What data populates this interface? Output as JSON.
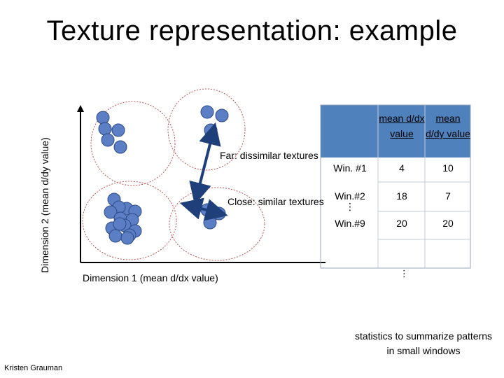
{
  "title": "Texture representation: example",
  "axes": {
    "y_label": "Dimension 2 (mean d/dy value)",
    "x_label": "Dimension 1 (mean d/dx value)"
  },
  "annotations": {
    "far": "Far: dissimilar textures",
    "close": "Close: similar textures"
  },
  "table": {
    "headers": [
      "mean d/dx value",
      "mean d/dy value"
    ],
    "rows": [
      {
        "label": "Win. #1",
        "dx": "4",
        "dy": "10"
      },
      {
        "label": "Win.#2",
        "dx": "18",
        "dy": "7"
      },
      {
        "label": "⋮",
        "dx": "",
        "dy": ""
      },
      {
        "label": "Win.#9",
        "dx": "20",
        "dy": "20"
      }
    ],
    "ellipsis": "…"
  },
  "caption": "statistics to summarize patterns in small windows",
  "credit": "Kristen Grauman",
  "colors": {
    "dot_fill": "#5b7ec4",
    "dot_stroke": "#2c4a86",
    "header_fill": "#4f81bd",
    "arrow": "#1f3f7a",
    "cluster_circle": "#c0504d"
  }
}
